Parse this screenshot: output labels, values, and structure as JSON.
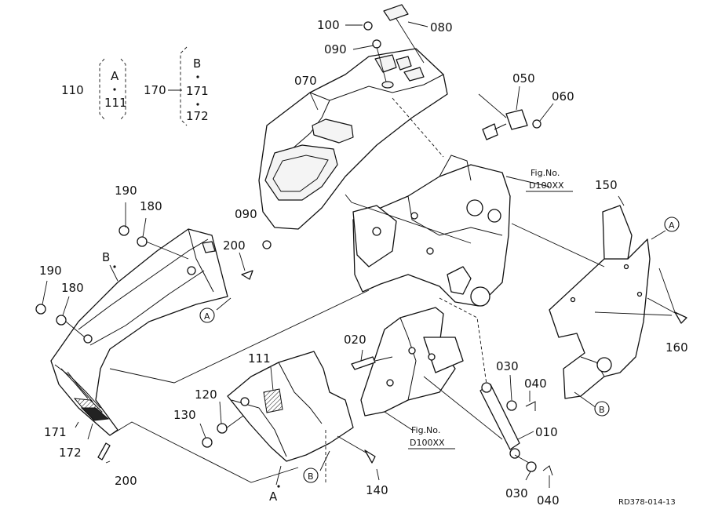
{
  "drawing_id": "RD378-014-13",
  "fig_refs": [
    {
      "line1": "Fig.No.",
      "line2": "D100XX"
    },
    {
      "line1": "Fig.No.",
      "line2": "D100XX"
    }
  ],
  "set_groups": [
    {
      "parent": "110",
      "letter": "A",
      "members": [
        "111"
      ]
    },
    {
      "parent": "170",
      "letter": "B",
      "members": [
        "171",
        "172"
      ]
    }
  ],
  "callouts": {
    "p010": "010",
    "p020": "020",
    "p030a": "030",
    "p030b": "030",
    "p040a": "040",
    "p040b": "040",
    "p050": "050",
    "p060": "060",
    "p070": "070",
    "p080": "080",
    "p090a": "090",
    "p090b": "090",
    "p100": "100",
    "p111": "111",
    "p120": "120",
    "p130": "130",
    "p140": "140",
    "p150": "150",
    "p160": "160",
    "p171": "171",
    "p172": "172",
    "p180a": "180",
    "p180b": "180",
    "p190a": "190",
    "p190b": "190",
    "p200a": "200",
    "p200b": "200"
  },
  "markers": {
    "letter_a": "A",
    "letter_b": "B"
  }
}
